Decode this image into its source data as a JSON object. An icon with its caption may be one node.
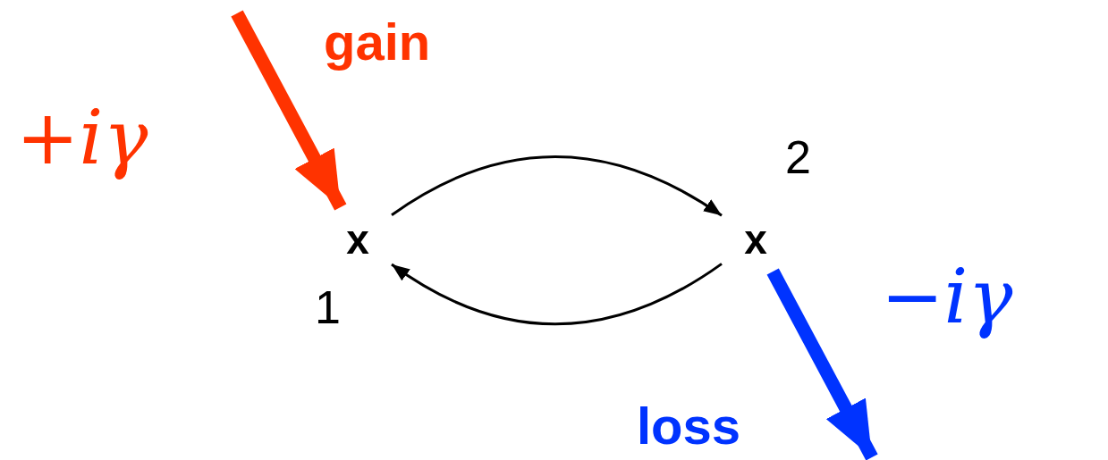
{
  "diagram": {
    "nodes": [
      {
        "text": [
          "x"
        ],
        "beside": [
          "1"
        ]
      },
      {
        "text": [
          "x"
        ],
        "beside": [
          "2"
        ]
      }
    ],
    "edges": [
      {
        "from": null,
        "to": 0,
        "arrow": "to",
        "style": "thick",
        "color": "#ff3300"
      },
      {
        "from": 0,
        "to": 1,
        "arrow": "to"
      },
      {
        "from": 1,
        "to": 0,
        "arrow": "to"
      },
      {
        "from": 1,
        "to": null,
        "arrow": "to",
        "style": "thick",
        "color": "#0033ff"
      }
    ],
    "labels": [
      "gain",
      "+*iγ*",
      "−*iγ*",
      "loss"
    ]
  }
}
